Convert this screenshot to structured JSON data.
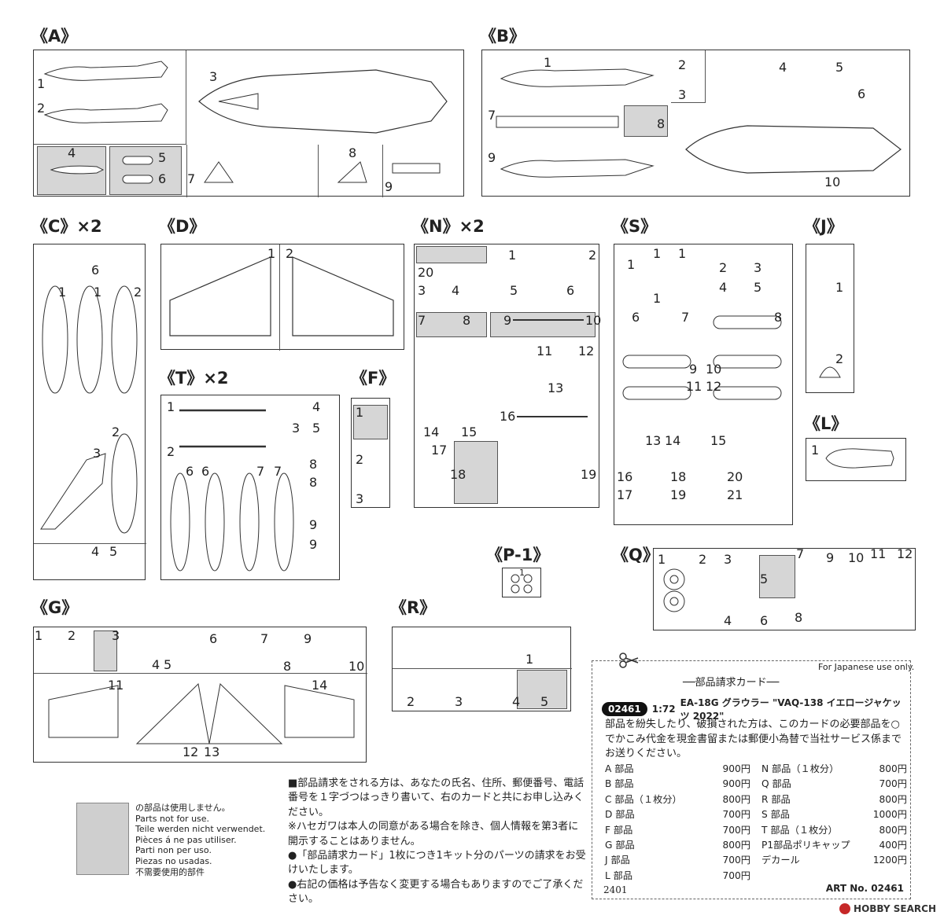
{
  "sprue_labels": {
    "A": "《A》",
    "B": "《B》",
    "C": "《C》×2",
    "D": "《D》",
    "N": "《N》×2",
    "S": "《S》",
    "J": "《J》",
    "T": "《T》×2",
    "F": "《F》",
    "L": "《L》",
    "P1": "《P-1》",
    "Q": "《Q》",
    "G": "《G》",
    "R": "《R》"
  },
  "legend": {
    "jp": "の部品は使用しません。",
    "en": "Parts not for use.",
    "de": "Teile werden nicht verwendet.",
    "fr": "Pièces á ne pas utiliser.",
    "it": "Parti non per uso.",
    "es": "Piezas no usadas.",
    "zh": "不需要使用的部件"
  },
  "notes": [
    "■部品請求をされる方は、あなたの氏名、住所、郵便番号、電話番号を１字づつはっきり書いて、右のカードと共にお申し込みください。",
    "※ハセガワは本人の同意がある場合を除き、個人情報を第3者に開示することはありません。",
    "●「部品請求カード」1枚につき1キット分のパーツの請求をお受けいたします。",
    "●右記の価格は予告なく変更する場合もありますのでご了承ください。"
  ],
  "card": {
    "japan_only": "For Japanese use only.",
    "title": "──部品請求カード──",
    "code": "02461",
    "scale": "1:72",
    "product": "EA-18G グラウラー \"VAQ-138 イエロージャケッツ 2022\"",
    "body": "部品を紛失したり、破損された方は、このカードの必要部品を○でかこみ代金を現金書留または郵便小為替で当社サービス係までお送りください。",
    "prices_left": [
      {
        "part": "A 部品",
        "price": "900円"
      },
      {
        "part": "B 部品",
        "price": "900円"
      },
      {
        "part": "C 部品（１枚分）",
        "price": "800円"
      },
      {
        "part": "D 部品",
        "price": "700円"
      },
      {
        "part": "F 部品",
        "price": "700円"
      },
      {
        "part": "G 部品",
        "price": "800円"
      },
      {
        "part": "J 部品",
        "price": "700円"
      },
      {
        "part": "L 部品",
        "price": "700円"
      }
    ],
    "prices_right": [
      {
        "part": "N 部品（１枚分）",
        "price": "800円"
      },
      {
        "part": "Q 部品",
        "price": "700円"
      },
      {
        "part": "R 部品",
        "price": "800円"
      },
      {
        "part": "S 部品",
        "price": "1000円"
      },
      {
        "part": "T 部品（１枚分）",
        "price": "800円"
      },
      {
        "part": "P1部品ポリキャップ",
        "price": "400円"
      },
      {
        "part": "デカール",
        "price": "1200円"
      }
    ],
    "footer_left": "2401",
    "footer_right": "ART No. 02461"
  },
  "watermark": "HOBBY SEARCH"
}
